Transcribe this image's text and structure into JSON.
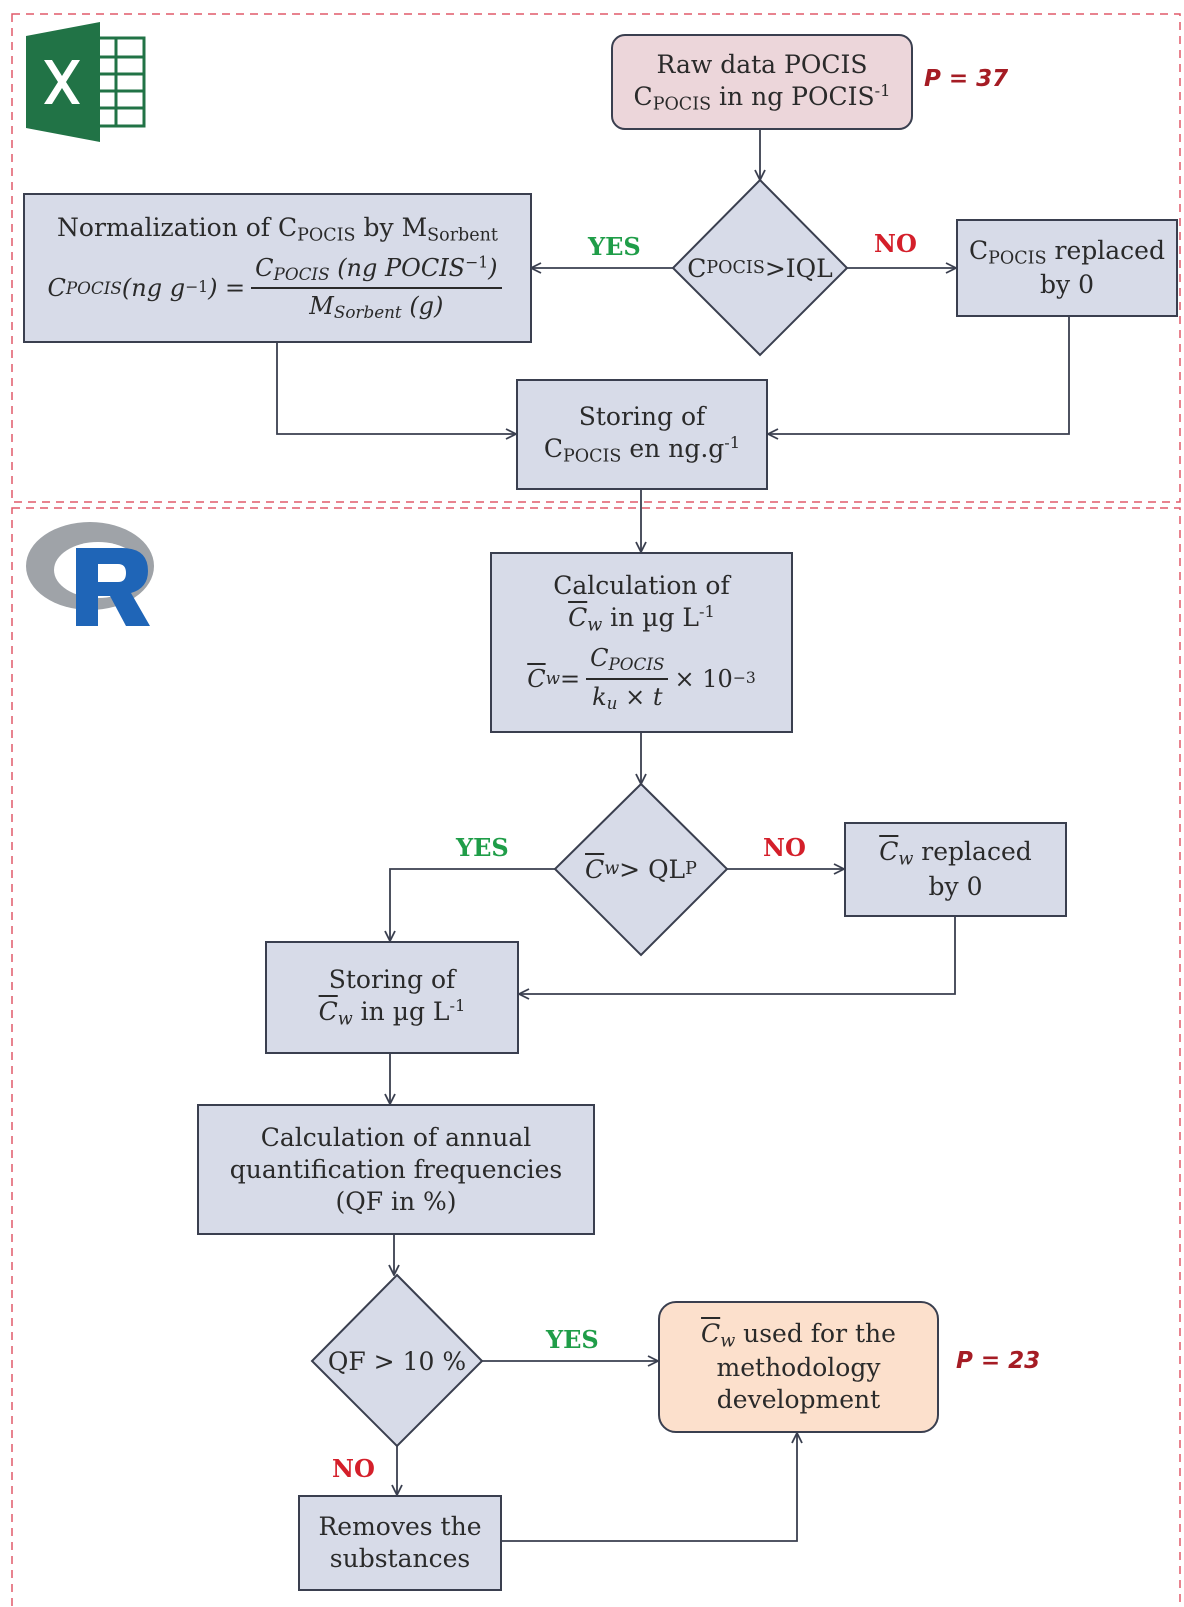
{
  "colors": {
    "box_fill": "#d7dbe8",
    "start_fill": "#ecd6da",
    "end_fill": "#fce0cc",
    "yes": "#1f9d48",
    "no": "#d41f2a",
    "count": "#a51c24",
    "section_border": "#e05a6a"
  },
  "icons": {
    "excel": "excel-logo-icon",
    "r": "r-logo-icon"
  },
  "nodes": {
    "raw": {
      "line1": "Raw data POCIS",
      "c": "C",
      "c_sub": "POCIS",
      "mid": " in ng POCIS",
      "sup": "-1"
    },
    "d1": {
      "c": "C",
      "c_sub": "POCIS",
      "rest": ">IQL"
    },
    "replace1": {
      "c": "C",
      "c_sub": "POCIS",
      "rest": " replaced",
      "line2": "by 0"
    },
    "norm": {
      "t1": "Normalization of C",
      "t1_sub": "POCIS",
      "t2": " by M",
      "t2_sub": "Sorbent",
      "lhs": "C",
      "lhs_sub": "POCIS",
      "lhs_unit": "(ng g",
      "lhs_exp": "−1",
      "lhs_close": ") =",
      "num": "C",
      "num_sub": "POCIS",
      "num_unit": " (ng POCIS",
      "num_exp": "−1",
      "num_close": ")",
      "den": "M",
      "den_sub": "Sorbent",
      "den_unit": " (g)"
    },
    "store1": {
      "line1": "Storing of",
      "c": "C",
      "c_sub": "POCIS",
      "rest": " en ng.g",
      "sup": "-1"
    },
    "calc": {
      "line1": "Calculation of",
      "cw": "C",
      "cw_sub": "w",
      "unit": " in µg L",
      "unit_sup": "-1",
      "eq_lhs": "C",
      "eq_lhs_sub": "w",
      "eq": " =",
      "num": "C",
      "num_sub": "POCIS",
      "den_k": "k",
      "den_k_sub": "u",
      "den_rest": " × t",
      "times": "× 10",
      "exp": "−3"
    },
    "d2": {
      "c": "C",
      "c_sub": "w",
      "rest": " > QL",
      "rest_sub": "P"
    },
    "replace2": {
      "c": "C",
      "c_sub": "w",
      "rest": "  replaced",
      "line2": "by 0"
    },
    "store2": {
      "line1": "Storing of",
      "c": "C",
      "c_sub": "w",
      "rest": " in µg L",
      "sup": "-1"
    },
    "qf": {
      "line1": "Calculation of annual",
      "line2": "quantification frequencies",
      "line3": "(QF in %)"
    },
    "d3": {
      "text": "QF > 10 %"
    },
    "used": {
      "c": "C",
      "c_sub": "w",
      "rest": "  used for the",
      "line2": "methodology",
      "line3": "development"
    },
    "remove": {
      "line1": "Removes the",
      "line2": "substances"
    }
  },
  "labels": {
    "yes1": "YES",
    "no1": "NO",
    "yes2": "YES",
    "no2": "NO",
    "yes3": "YES",
    "no3": "NO",
    "p_start": "P = 37",
    "p_end": "P = 23"
  }
}
